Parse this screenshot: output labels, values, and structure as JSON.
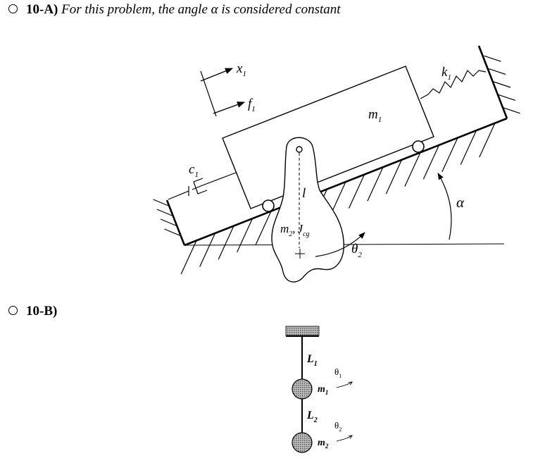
{
  "problem_a": {
    "number": "10-A)",
    "text": "For this problem, the angle α is considered constant"
  },
  "problem_b": {
    "number": "10-B)"
  },
  "diagram_a": {
    "labels": {
      "x1": "x",
      "x1_sub": "1",
      "f1": "f",
      "f1_sub": "1",
      "k1": "k",
      "k1_sub": "1",
      "m1": "m",
      "m1_sub": "1",
      "c1": "c",
      "c1_sub": "1",
      "l": "l",
      "m2": "m",
      "m2_sub": "2",
      "comma": ",",
      "J": "J",
      "J_sub": "cg",
      "theta2": "θ",
      "theta2_sub": "2",
      "alpha": "α"
    }
  },
  "diagram_b": {
    "labels": {
      "L1": "L",
      "L1_sub": "1",
      "theta1": "θ",
      "theta1_sub": "1",
      "m1": "m",
      "m1_sub": "1",
      "L2": "L",
      "L2_sub": "2",
      "theta2": "θ",
      "theta2_sub": "2",
      "m2": "m",
      "m2_sub": "2"
    }
  },
  "colors": {
    "ink": "#000000",
    "ceiling": "#9a9a9a",
    "mass": "#8c8c8c"
  }
}
